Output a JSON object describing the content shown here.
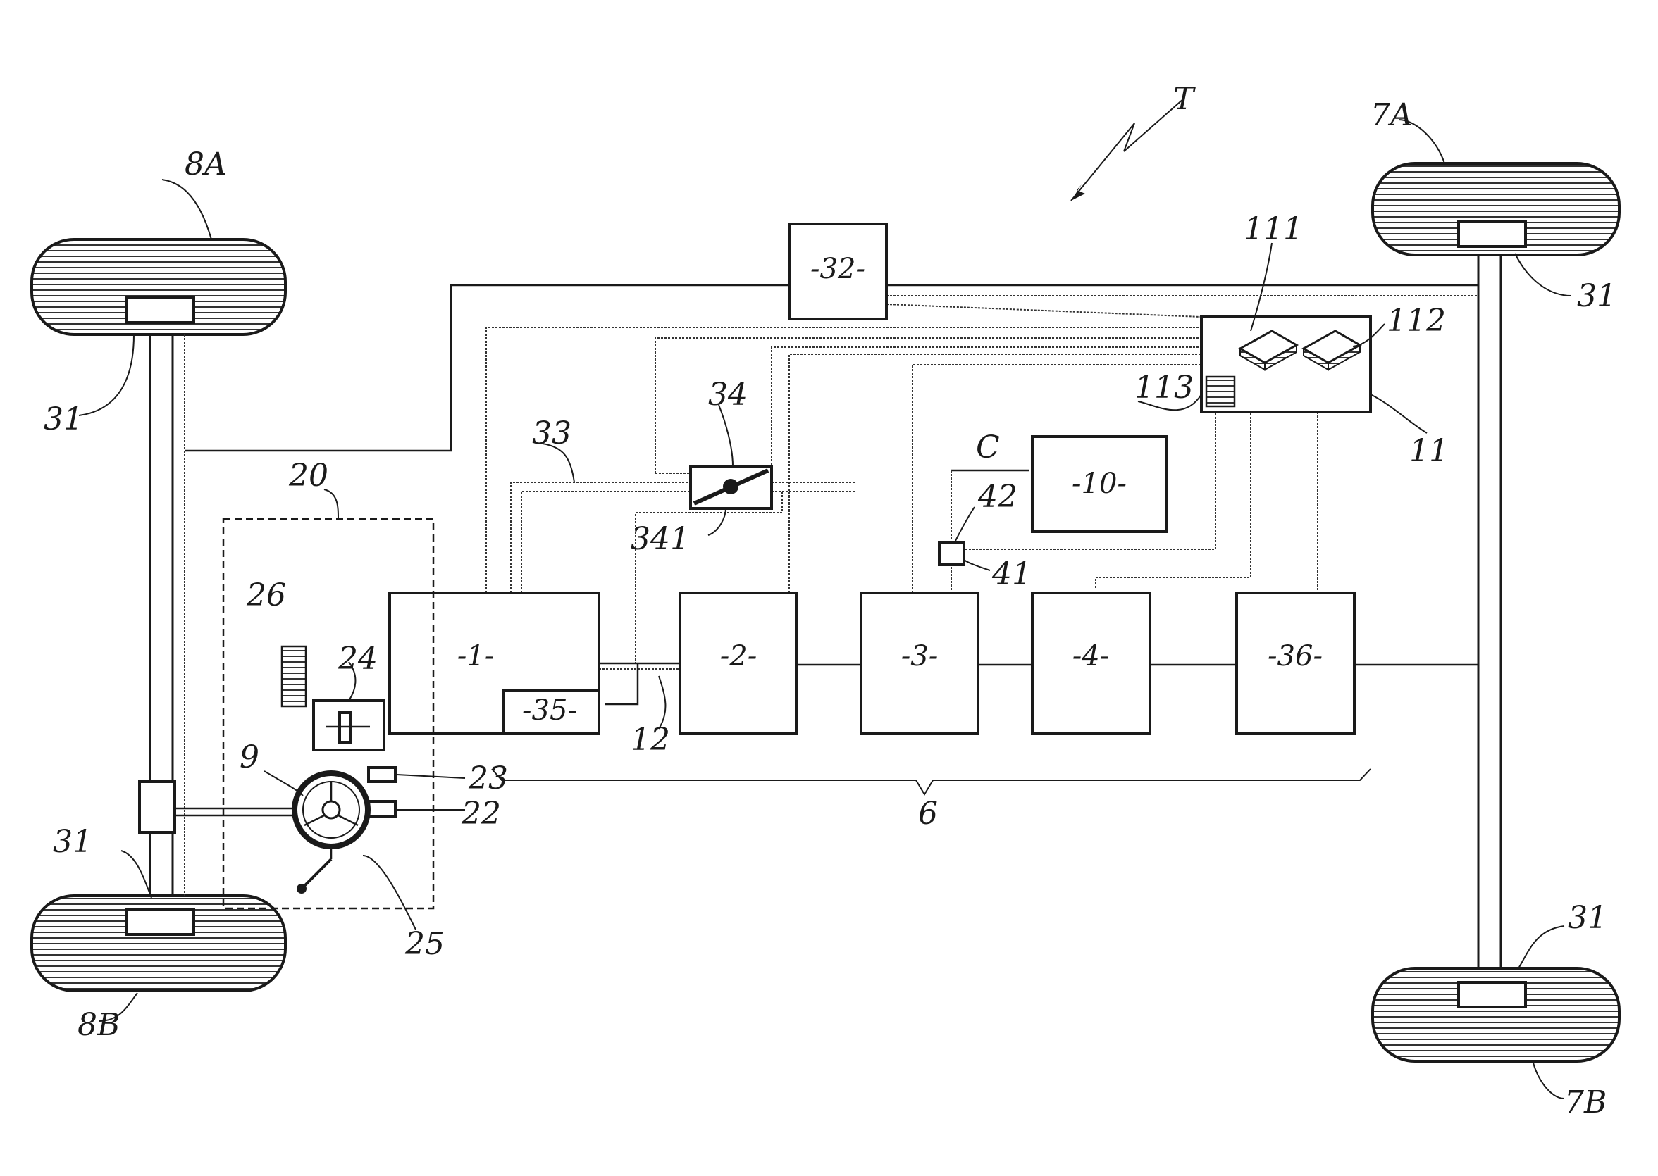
{
  "diagram": {
    "labels": {
      "T": "T",
      "8A": "8A",
      "8B": "8B",
      "7A": "7A",
      "7B": "7B",
      "31": "31",
      "20": "20",
      "26": "26",
      "24": "24",
      "23": "23",
      "22": "22",
      "25": "25",
      "9": "9",
      "33": "33",
      "34": "34",
      "341": "341",
      "12": "12",
      "6": "6",
      "111": "111",
      "112": "112",
      "113": "113",
      "11": "11",
      "C": "C",
      "42": "42",
      "41": "41"
    },
    "boxes": {
      "engine": "-1-",
      "unit35": "-35-",
      "unit2": "-2-",
      "unit3": "-3-",
      "unit4": "-4-",
      "unit36": "-36-",
      "unit32": "-32-",
      "unit10": "-10-"
    }
  }
}
